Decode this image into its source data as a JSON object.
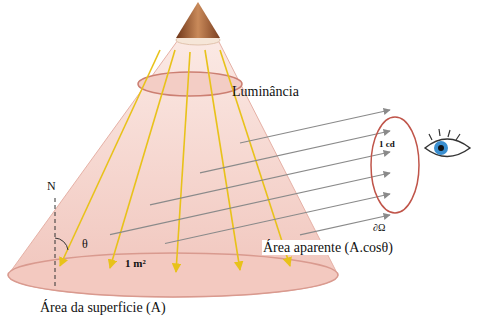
{
  "diagram": {
    "labels": [
      "Luminância",
      "1 cd",
      "∂Ω",
      "Área aparente (A.cosθ)",
      "N",
      "θ",
      "1 m²",
      "Área da superficie (A)"
    ]
  }
}
